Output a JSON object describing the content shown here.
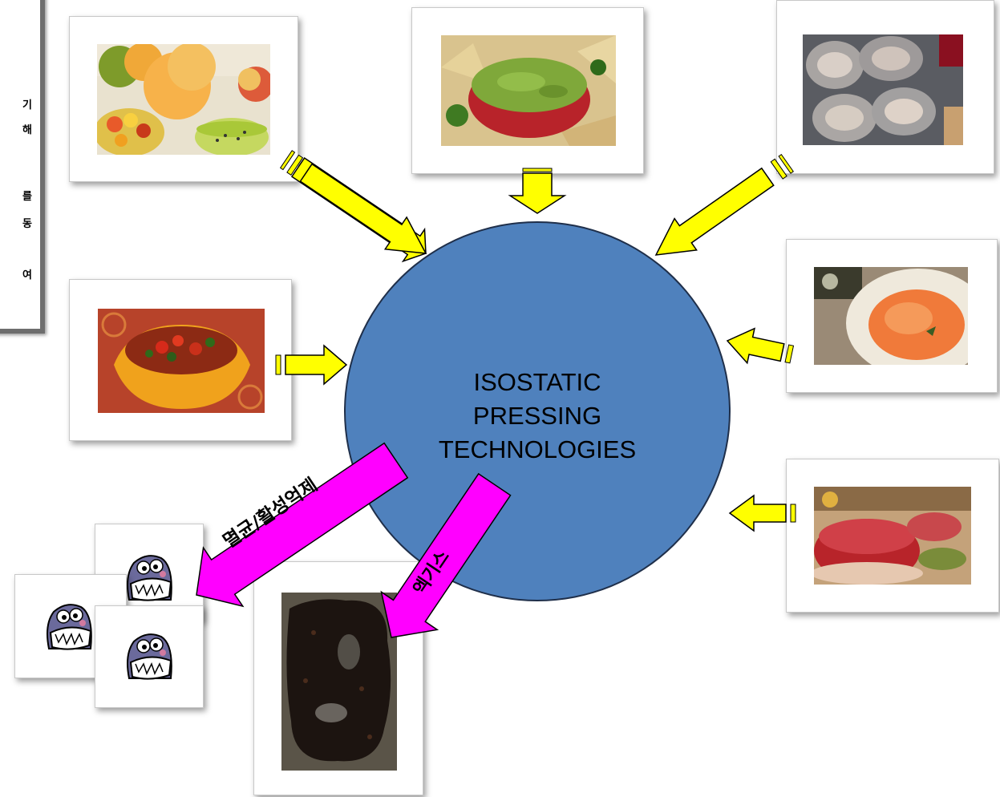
{
  "side_panel": {
    "lines": [
      "기",
      "해",
      "",
      "",
      "를",
      "동",
      "",
      "여"
    ]
  },
  "center": {
    "label": "ISOSTATIC\nPRESSING\nTECHNOLOGIES",
    "color": "#4f81bd"
  },
  "inputs": [
    {
      "name": "fruit"
    },
    {
      "name": "guacamole"
    },
    {
      "name": "oysters"
    },
    {
      "name": "salsa"
    },
    {
      "name": "salmon"
    },
    {
      "name": "ham"
    }
  ],
  "outputs": [
    {
      "label": "멸균/활성억제",
      "image": "germ-cartoon-icon"
    },
    {
      "label": "엑기스",
      "image": "extract-photo"
    }
  ],
  "colors": {
    "input_arrow": "#ffff00",
    "output_arrow": "#ff00ff",
    "arrow_outline": "#000000"
  }
}
